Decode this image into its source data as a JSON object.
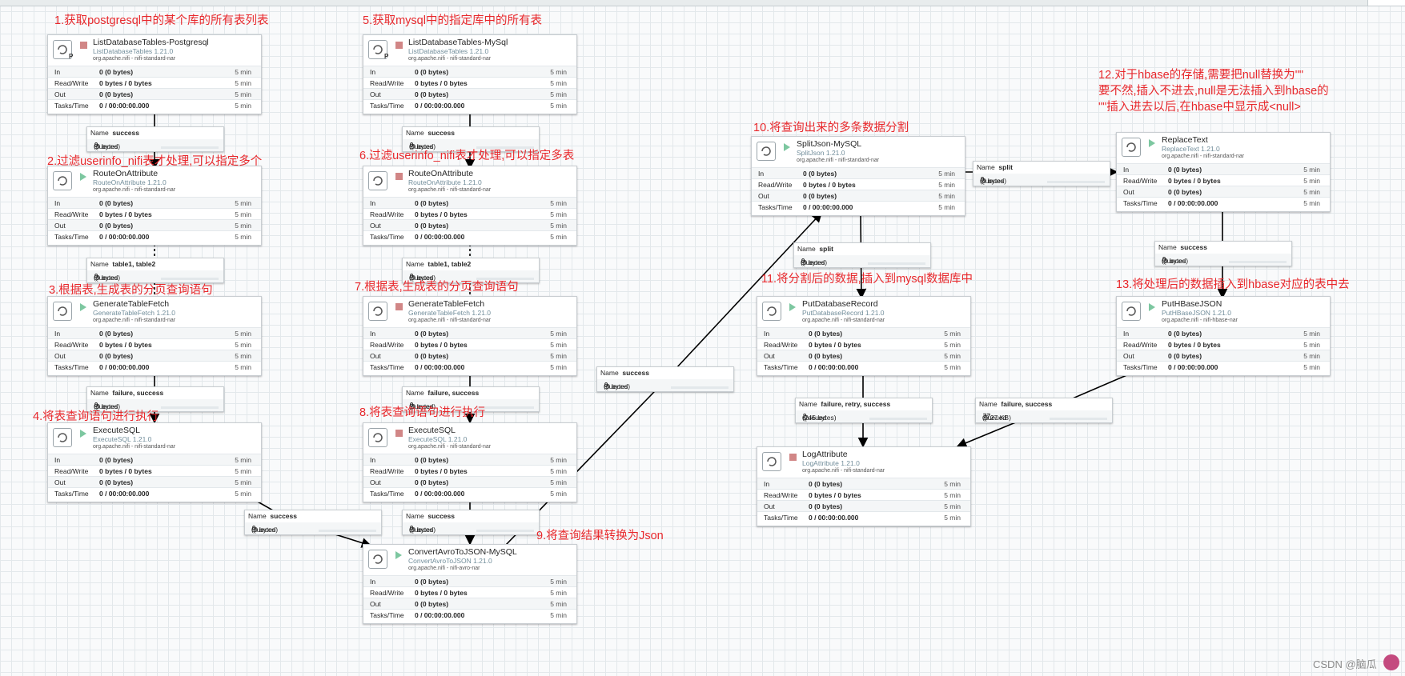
{
  "annotations": [
    "1.获取postgresql中的某个库的所有表列表",
    "5.获取mysql中的指定库中的所有表",
    "2.过滤userinfo_nifi表才处理,可以指定多个",
    "6.过滤userinfo_nifi表才处理,可以指定多表",
    "3.根据表,生成表的分页查询语句",
    "7.根据表,生成表的分页查询语句",
    "4.将表查询语句进行执行",
    "8.将表查询语句进行执行",
    "9.将查询结果转换为Json",
    "10.将查询出来的多条数据分割",
    "11.将分割后的数据,插入到mysql数据库中",
    "12.对于hbase的存储,需要把null替换为\"\"",
    "要不然,插入不进去,null是无法插入到hbase的",
    "\"\"插入进去以后,在hbase中显示成<null>",
    "13.将处理后的数据插入到hbase对应的表中去"
  ],
  "processors": [
    {
      "name": "ListDatabaseTables-Postgresql",
      "type": "ListDatabaseTables 1.21.0",
      "bundle": "org.apache.nifi - nifi-standard-nar",
      "in": "0 (0 bytes)",
      "rw": "0 bytes / 0 bytes",
      "out": "0 (0 bytes)",
      "tasks": "0 / 00:00:00.000",
      "window": "5 min",
      "state": "stopped",
      "primary": "P"
    },
    {
      "name": "RouteOnAttribute",
      "type": "RouteOnAttribute 1.21.0",
      "bundle": "org.apache.nifi - nifi-standard-nar",
      "in": "0 (0 bytes)",
      "rw": "0 bytes / 0 bytes",
      "out": "0 (0 bytes)",
      "tasks": "0 / 00:00:00.000",
      "window": "5 min",
      "state": "running",
      "primary": ""
    },
    {
      "name": "GenerateTableFetch",
      "type": "GenerateTableFetch 1.21.0",
      "bundle": "org.apache.nifi - nifi-standard-nar",
      "in": "0 (0 bytes)",
      "rw": "0 bytes / 0 bytes",
      "out": "0 (0 bytes)",
      "tasks": "0 / 00:00:00.000",
      "window": "5 min",
      "state": "running",
      "primary": ""
    },
    {
      "name": "ExecuteSQL",
      "type": "ExecuteSQL 1.21.0",
      "bundle": "org.apache.nifi - nifi-standard-nar",
      "in": "0 (0 bytes)",
      "rw": "0 bytes / 0 bytes",
      "out": "0 (0 bytes)",
      "tasks": "0 / 00:00:00.000",
      "window": "5 min",
      "state": "running",
      "primary": ""
    },
    {
      "name": "ListDatabaseTables-MySql",
      "type": "ListDatabaseTables 1.21.0",
      "bundle": "org.apache.nifi - nifi-standard-nar",
      "in": "0 (0 bytes)",
      "rw": "0 bytes / 0 bytes",
      "out": "0 (0 bytes)",
      "tasks": "0 / 00:00:00.000",
      "window": "5 min",
      "state": "stopped",
      "primary": "P"
    },
    {
      "name": "RouteOnAttribute",
      "type": "RouteOnAttribute 1.21.0",
      "bundle": "org.apache.nifi - nifi-standard-nar",
      "in": "0 (0 bytes)",
      "rw": "0 bytes / 0 bytes",
      "out": "0 (0 bytes)",
      "tasks": "0 / 00:00:00.000",
      "window": "5 min",
      "state": "stopped",
      "primary": ""
    },
    {
      "name": "GenerateTableFetch",
      "type": "GenerateTableFetch 1.21.0",
      "bundle": "org.apache.nifi - nifi-standard-nar",
      "in": "0 (0 bytes)",
      "rw": "0 bytes / 0 bytes",
      "out": "0 (0 bytes)",
      "tasks": "0 / 00:00:00.000",
      "window": "5 min",
      "state": "stopped",
      "primary": ""
    },
    {
      "name": "ExecuteSQL",
      "type": "ExecuteSQL 1.21.0",
      "bundle": "org.apache.nifi - nifi-standard-nar",
      "in": "0 (0 bytes)",
      "rw": "0 bytes / 0 bytes",
      "out": "0 (0 bytes)",
      "tasks": "0 / 00:00:00.000",
      "window": "5 min",
      "state": "stopped",
      "primary": ""
    },
    {
      "name": "ConvertAvroToJSON-MySQL",
      "type": "ConvertAvroToJSON 1.21.0",
      "bundle": "org.apache.nifi - nifi-avro-nar",
      "in": "0 (0 bytes)",
      "rw": "0 bytes / 0 bytes",
      "out": "0 (0 bytes)",
      "tasks": "0 / 00:00:00.000",
      "window": "5 min",
      "state": "running",
      "primary": ""
    },
    {
      "name": "SplitJson-MySQL",
      "type": "SplitJson 1.21.0",
      "bundle": "org.apache.nifi - nifi-standard-nar",
      "in": "0 (0 bytes)",
      "rw": "0 bytes / 0 bytes",
      "out": "0 (0 bytes)",
      "tasks": "0 / 00:00:00.000",
      "window": "5 min",
      "state": "running",
      "primary": ""
    },
    {
      "name": "PutDatabaseRecord",
      "type": "PutDatabaseRecord 1.21.0",
      "bundle": "org.apache.nifi - nifi-standard-nar",
      "in": "0 (0 bytes)",
      "rw": "0 bytes / 0 bytes",
      "out": "0 (0 bytes)",
      "tasks": "0 / 00:00:00.000",
      "window": "5 min",
      "state": "running",
      "primary": ""
    },
    {
      "name": "LogAttribute",
      "type": "LogAttribute 1.21.0",
      "bundle": "org.apache.nifi - nifi-standard-nar",
      "in": "0 (0 bytes)",
      "rw": "0 bytes / 0 bytes",
      "out": "0 (0 bytes)",
      "tasks": "0 / 00:00:00.000",
      "window": "5 min",
      "state": "stopped",
      "primary": ""
    },
    {
      "name": "ReplaceText",
      "type": "ReplaceText 1.21.0",
      "bundle": "org.apache.nifi - nifi-standard-nar",
      "in": "0 (0 bytes)",
      "rw": "0 bytes / 0 bytes",
      "out": "0 (0 bytes)",
      "tasks": "0 / 00:00:00.000",
      "window": "5 min",
      "state": "running",
      "primary": ""
    },
    {
      "name": "PutHBaseJSON",
      "type": "PutHBaseJSON 1.21.0",
      "bundle": "org.apache.nifi - nifi-hbase-nar",
      "in": "0 (0 bytes)",
      "rw": "0 bytes / 0 bytes",
      "out": "0 (0 bytes)",
      "tasks": "0 / 00:00:00.000",
      "window": "5 min",
      "state": "running",
      "primary": ""
    }
  ],
  "stat_labels": {
    "in": "In",
    "rw": "Read/Write",
    "out": "Out",
    "tasks": "Tasks/Time"
  },
  "conn_labels": {
    "name": "Name",
    "queued": "Queued"
  },
  "connections": [
    {
      "name": "success",
      "count": "0",
      "size": "(0 bytes)"
    },
    {
      "name": "table1, table2",
      "count": "0",
      "size": "(0 bytes)"
    },
    {
      "name": "failure, success",
      "count": "0",
      "size": "(0 bytes)"
    },
    {
      "name": "success",
      "count": "0",
      "size": "(0 bytes)"
    },
    {
      "name": "success",
      "count": "0",
      "size": "(0 bytes)"
    },
    {
      "name": "table1, table2",
      "count": "0",
      "size": "(0 bytes)"
    },
    {
      "name": "failure, success",
      "count": "0",
      "size": "(0 bytes)"
    },
    {
      "name": "success",
      "count": "0",
      "size": "(0 bytes)"
    },
    {
      "name": "success",
      "count": "0",
      "size": "(0 bytes)"
    },
    {
      "name": "split",
      "count": "0",
      "size": "(0 bytes)"
    },
    {
      "name": "split",
      "count": "0",
      "size": "(0 bytes)"
    },
    {
      "name": "failure, retry, success",
      "count": "2",
      "size": "(245 bytes)"
    },
    {
      "name": "success",
      "count": "0",
      "size": "(0 bytes)"
    },
    {
      "name": "failure, success",
      "count": "77",
      "size": "(6.27 KB)"
    }
  ],
  "watermark": "CSDN @脑瓜",
  "colors": {
    "annotation": "#e8282c",
    "stopped": "#d18686",
    "running": "#7dc7a0",
    "type_text": "#728e9b"
  }
}
